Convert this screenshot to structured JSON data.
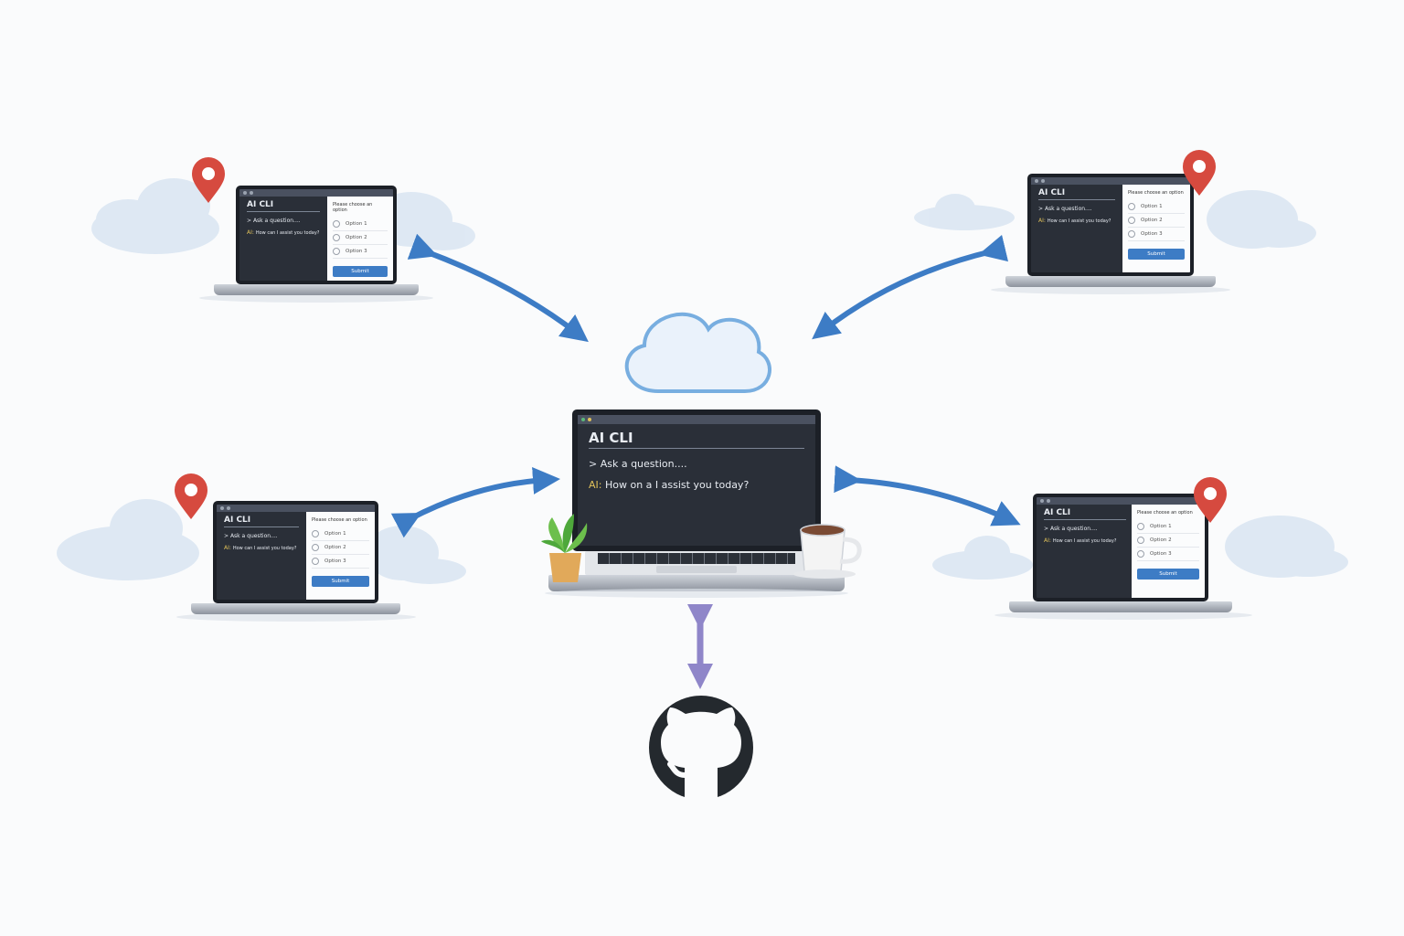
{
  "diagram": {
    "central_laptop": {
      "app_title": "AI CLI",
      "prompt": "Ask a question....",
      "ai_prefix": "AI:",
      "ai_response": "How on a I assist you today?"
    },
    "remote_laptops": [
      {
        "position": "top-left",
        "app_title": "AI CLI",
        "prompt": "Ask a question....",
        "ai_prefix": "AI:",
        "ai_response": "How can I assist you today?",
        "panel_title": "Please choose an option",
        "options": [
          "Option 1",
          "Option 2",
          "Option 3"
        ],
        "submit_label": "Submit"
      },
      {
        "position": "top-right",
        "app_title": "AI CLI",
        "prompt": "Ask a question....",
        "ai_prefix": "AI:",
        "ai_response": "How can I assist you today?",
        "panel_title": "Please choose an option",
        "options": [
          "Option 1",
          "Option 2",
          "Option 3"
        ],
        "submit_label": "Submit"
      },
      {
        "position": "bottom-left",
        "app_title": "AI CLI",
        "prompt": "Ask a question....",
        "ai_prefix": "AI:",
        "ai_response": "How can I assist you today?",
        "panel_title": "Please choose an option",
        "options": [
          "Option 1",
          "Option 2",
          "Option 3"
        ],
        "submit_label": "Submit"
      },
      {
        "position": "bottom-right",
        "app_title": "AI CLI",
        "prompt": "Ask a question....",
        "ai_prefix": "AI:",
        "ai_response": "How can I assist you today?",
        "panel_title": "Please choose an option",
        "options": [
          "Option 1",
          "Option 2",
          "Option 3"
        ],
        "submit_label": "Submit"
      }
    ],
    "icons": [
      "cloud-icon",
      "location-pin-icon",
      "github-icon",
      "plant-icon",
      "coffee-cup-icon",
      "bidirectional-arrow-icon"
    ],
    "colors": {
      "arrow_blue": "#3d7cc5",
      "arrow_purple": "#8f86c9",
      "pin_red": "#d64a3f",
      "cloud": "#c8dcf0",
      "screen": "#2a2f38",
      "github": "#24292e"
    }
  }
}
